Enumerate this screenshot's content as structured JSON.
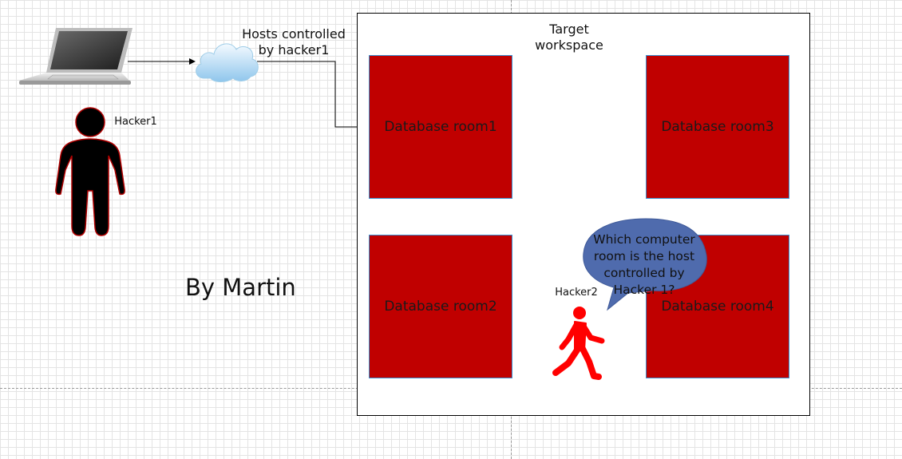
{
  "diagram": {
    "cloud_label": "Hosts controlled by hacker1",
    "workspace_label": "Target workspace",
    "rooms": [
      {
        "label": "Database room1"
      },
      {
        "label": "Database room2"
      },
      {
        "label": "Database room3"
      },
      {
        "label": "Database room4"
      }
    ],
    "hacker1_label": "Hacker1",
    "hacker2_label": "Hacker2",
    "speech_bubble": "Which computer room is the host controlled by Hacker 1?",
    "author": "By Martin",
    "colors": {
      "room_fill": "#c00000",
      "bubble_fill": "#4f6bad",
      "hacker2": "#ff0000",
      "hacker1": "#000000"
    },
    "icons": [
      "laptop-icon",
      "cloud-icon",
      "person-icon",
      "walking-person-icon",
      "speech-bubble-icon"
    ]
  }
}
